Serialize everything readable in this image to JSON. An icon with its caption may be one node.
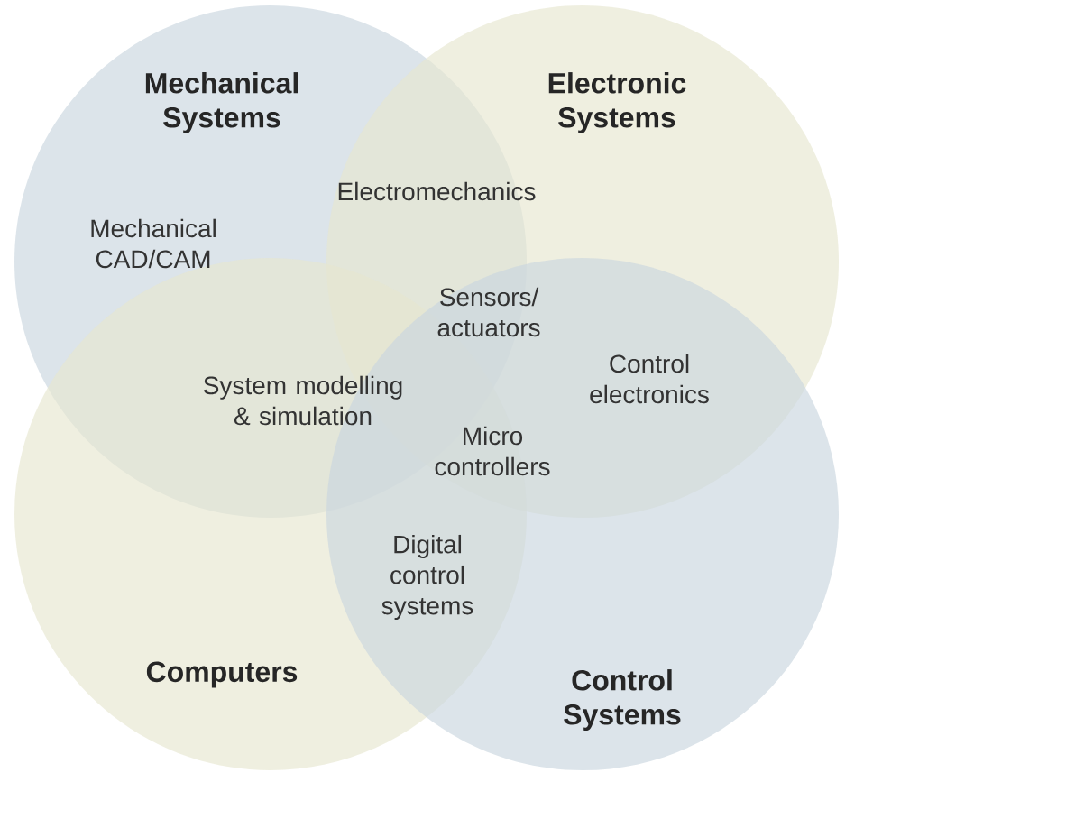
{
  "diagram": {
    "nodes": [
      {
        "text": [
          "Mechanical Systems"
        ]
      },
      {
        "text": [
          "Electronic Systems"
        ]
      },
      {
        "text": [
          "Computers"
        ]
      },
      {
        "text": [
          "Control Systems"
        ]
      }
    ],
    "labels": [
      "Electromechanics",
      "Mechanical CAD/CAM",
      "Sensors/ actuators",
      "Control electronics",
      "System modelling & simulation",
      "Micro controllers",
      "Digital control systems"
    ]
  }
}
